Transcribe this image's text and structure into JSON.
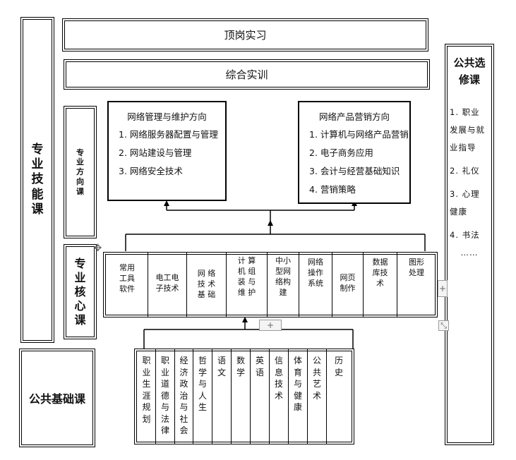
{
  "internship": "顶岗实习",
  "training": "综合实训",
  "skill_course": [
    "专",
    "业",
    "技",
    "能",
    "课"
  ],
  "direction_course": [
    "专",
    "业",
    "方",
    "向",
    "课"
  ],
  "core_course": [
    "专",
    "业",
    "核",
    "心",
    "课"
  ],
  "public_basic": "公共基础课",
  "public_elective": {
    "title_lines": [
      "公共选",
      "修课"
    ],
    "items": [
      "1. 职业",
      "发展与就",
      "业指导",
      "2. 礼仪",
      "3. 心理",
      "健康",
      "4. 书法",
      "……"
    ]
  },
  "directions": [
    {
      "title": "网络管理与维护方向",
      "items": [
        "1. 网络服务器配置与管理",
        "2. 网站建设与管理",
        "3. 网络安全技术"
      ]
    },
    {
      "title": "网络产品营销方向",
      "items": [
        "1. 计算机与网络产品营销",
        "2. 电子商务应用",
        "3. 会计与经营基础知识",
        "4. 营销策略"
      ]
    }
  ],
  "core_subjects": [
    [
      "常用",
      "工具",
      "软件"
    ],
    [
      "电工电",
      "子技术"
    ],
    [
      "网 络",
      "技 术",
      "基 础"
    ],
    [
      "计 算",
      "机 组",
      "装 与",
      "维 护"
    ],
    [
      "中小",
      "型网",
      "络构",
      "建"
    ],
    [
      "网络",
      "操作",
      "系统"
    ],
    [
      "网页",
      "制作"
    ],
    [
      "数据",
      "库技",
      "术"
    ],
    [
      "图形",
      "处理"
    ]
  ],
  "basic_subjects": [
    [
      "职",
      "业",
      "生",
      "涯",
      "规",
      "划"
    ],
    [
      "职",
      "业",
      "道",
      "德",
      "与",
      "法",
      "律"
    ],
    [
      "经",
      "济",
      "政",
      "治",
      "与",
      "社",
      "会"
    ],
    [
      "哲",
      "学",
      "与",
      "人",
      "生"
    ],
    [
      "语",
      "文"
    ],
    [
      "数",
      "学"
    ],
    [
      "英",
      "语"
    ],
    [
      "信",
      "息",
      "技",
      "术"
    ],
    [
      "体",
      "育",
      "与",
      "健",
      "康"
    ],
    [
      "公",
      "共",
      "艺",
      "术"
    ],
    [
      "历",
      "史"
    ]
  ],
  "ui_handles": {
    "move": "✥",
    "add_right": "+",
    "add_below": "+",
    "resize": "⤡"
  }
}
